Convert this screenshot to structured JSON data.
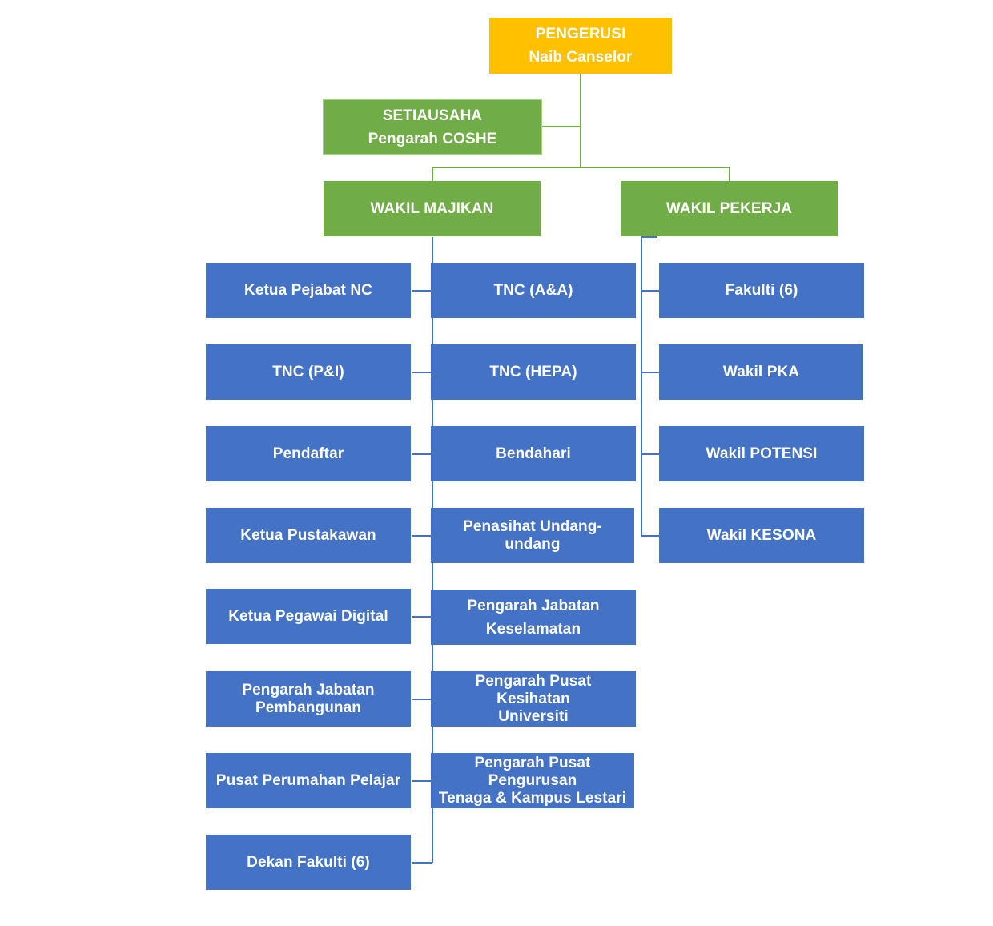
{
  "colors": {
    "head": "#FFC000",
    "committee": "#70AD47",
    "member": "#4472C4",
    "line_green": "#70AD47",
    "line_blue": "#4472C4"
  },
  "top": {
    "line1": "PENGERUSI",
    "line2": "Naib Canselor"
  },
  "secretary": {
    "line1": "SETIAUSAHA",
    "line2": "Pengarah COSHE"
  },
  "employer": {
    "label": "WAKIL MAJIKAN"
  },
  "employee": {
    "label": "WAKIL PEKERJA"
  },
  "employer_left": [
    {
      "label": "Ketua Pejabat NC"
    },
    {
      "label": "TNC (P&I)"
    },
    {
      "label": "Pendaftar"
    },
    {
      "label": "Ketua Pustakawan"
    },
    {
      "label": "Ketua Pegawai Digital"
    },
    {
      "line1": "Pengarah Jabatan",
      "line2": "Pembangunan"
    },
    {
      "label": "Pusat Perumahan Pelajar"
    },
    {
      "label": "Dekan Fakulti (6)"
    }
  ],
  "employer_right": [
    {
      "label": "TNC (A&A)"
    },
    {
      "label": "TNC (HEPA)"
    },
    {
      "label": "Bendahari"
    },
    {
      "label": "Penasihat Undang-undang"
    },
    {
      "line1": "Pengarah Jabatan",
      "line2": "Keselamatan"
    },
    {
      "line1": "Pengarah Pusat Kesihatan",
      "line2": "Universiti"
    },
    {
      "line1": "Pengarah Pusat Pengurusan",
      "line2": "Tenaga & Kampus Lestari"
    }
  ],
  "employee_members": [
    {
      "label": "Fakulti (6)"
    },
    {
      "label": "Wakil PKA"
    },
    {
      "label": "Wakil POTENSI"
    },
    {
      "label": "Wakil KESONA"
    }
  ]
}
